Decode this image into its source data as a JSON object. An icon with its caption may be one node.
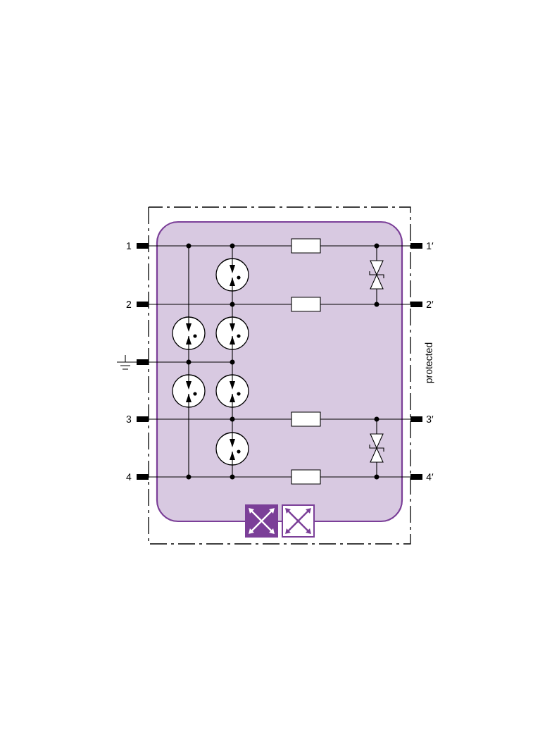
{
  "diagram": {
    "labels": [
      "1",
      "1′",
      "2",
      "2′",
      "protected",
      "3",
      "3′",
      "4",
      "4′"
    ]
  }
}
